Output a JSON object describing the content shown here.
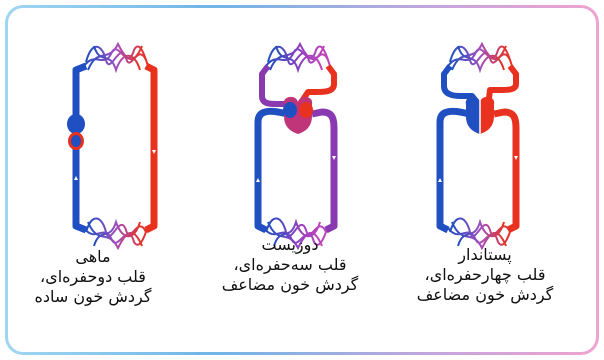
{
  "organisms": [
    {
      "name": "ماهی",
      "heart": "قلب دوحفره‌ای،",
      "circulation": "گردش خون ساده"
    },
    {
      "name": "دوزیست",
      "heart": "قلب سه‌حفره‌ای،",
      "circulation": "گردش خون مضاعف"
    },
    {
      "name": "پستاندار",
      "heart": "قلب چهارحفره‌ای،",
      "circulation": "گردش خون مضاعف"
    }
  ],
  "colors": {
    "deoxygenated": "#1f4fc1",
    "oxygenated": "#e8321f",
    "mixed": "#8a3ab0",
    "frame": "#8ec8ef"
  }
}
